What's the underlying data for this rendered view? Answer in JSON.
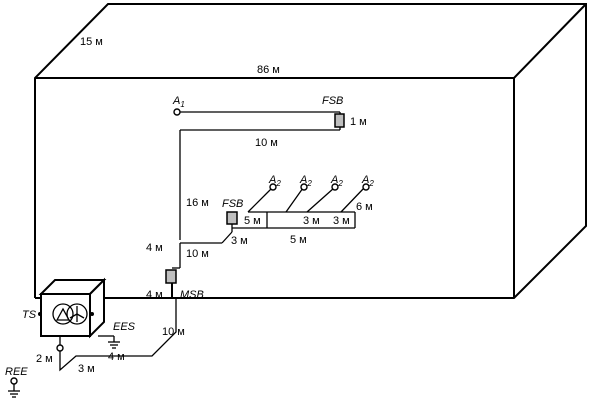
{
  "labels": {
    "height": "15 м",
    "length": "86 м",
    "a1": "A",
    "a1_sub": "1",
    "fsb_top": "FSB",
    "fsb_top_dist": "1 м",
    "run_10_top": "10 м",
    "riser_16": "16 м",
    "fsb_mid": "FSB",
    "a2": "A",
    "a2_sub": "2",
    "d_5a": "5 м",
    "d_3a": "3 м",
    "d_3b": "3 м",
    "d_6": "6 м",
    "d_3c": "3 м",
    "d_5b": "5 м",
    "d_4a": "4 м",
    "d_10a": "10 м",
    "d_4b": "4 м",
    "msb": "MSB",
    "ts": "TS",
    "ees": "EES",
    "d_10b": "10 м",
    "d_2": "2 м",
    "d_4c": "4 м",
    "d_3d": "3 м",
    "ree": "REE"
  }
}
